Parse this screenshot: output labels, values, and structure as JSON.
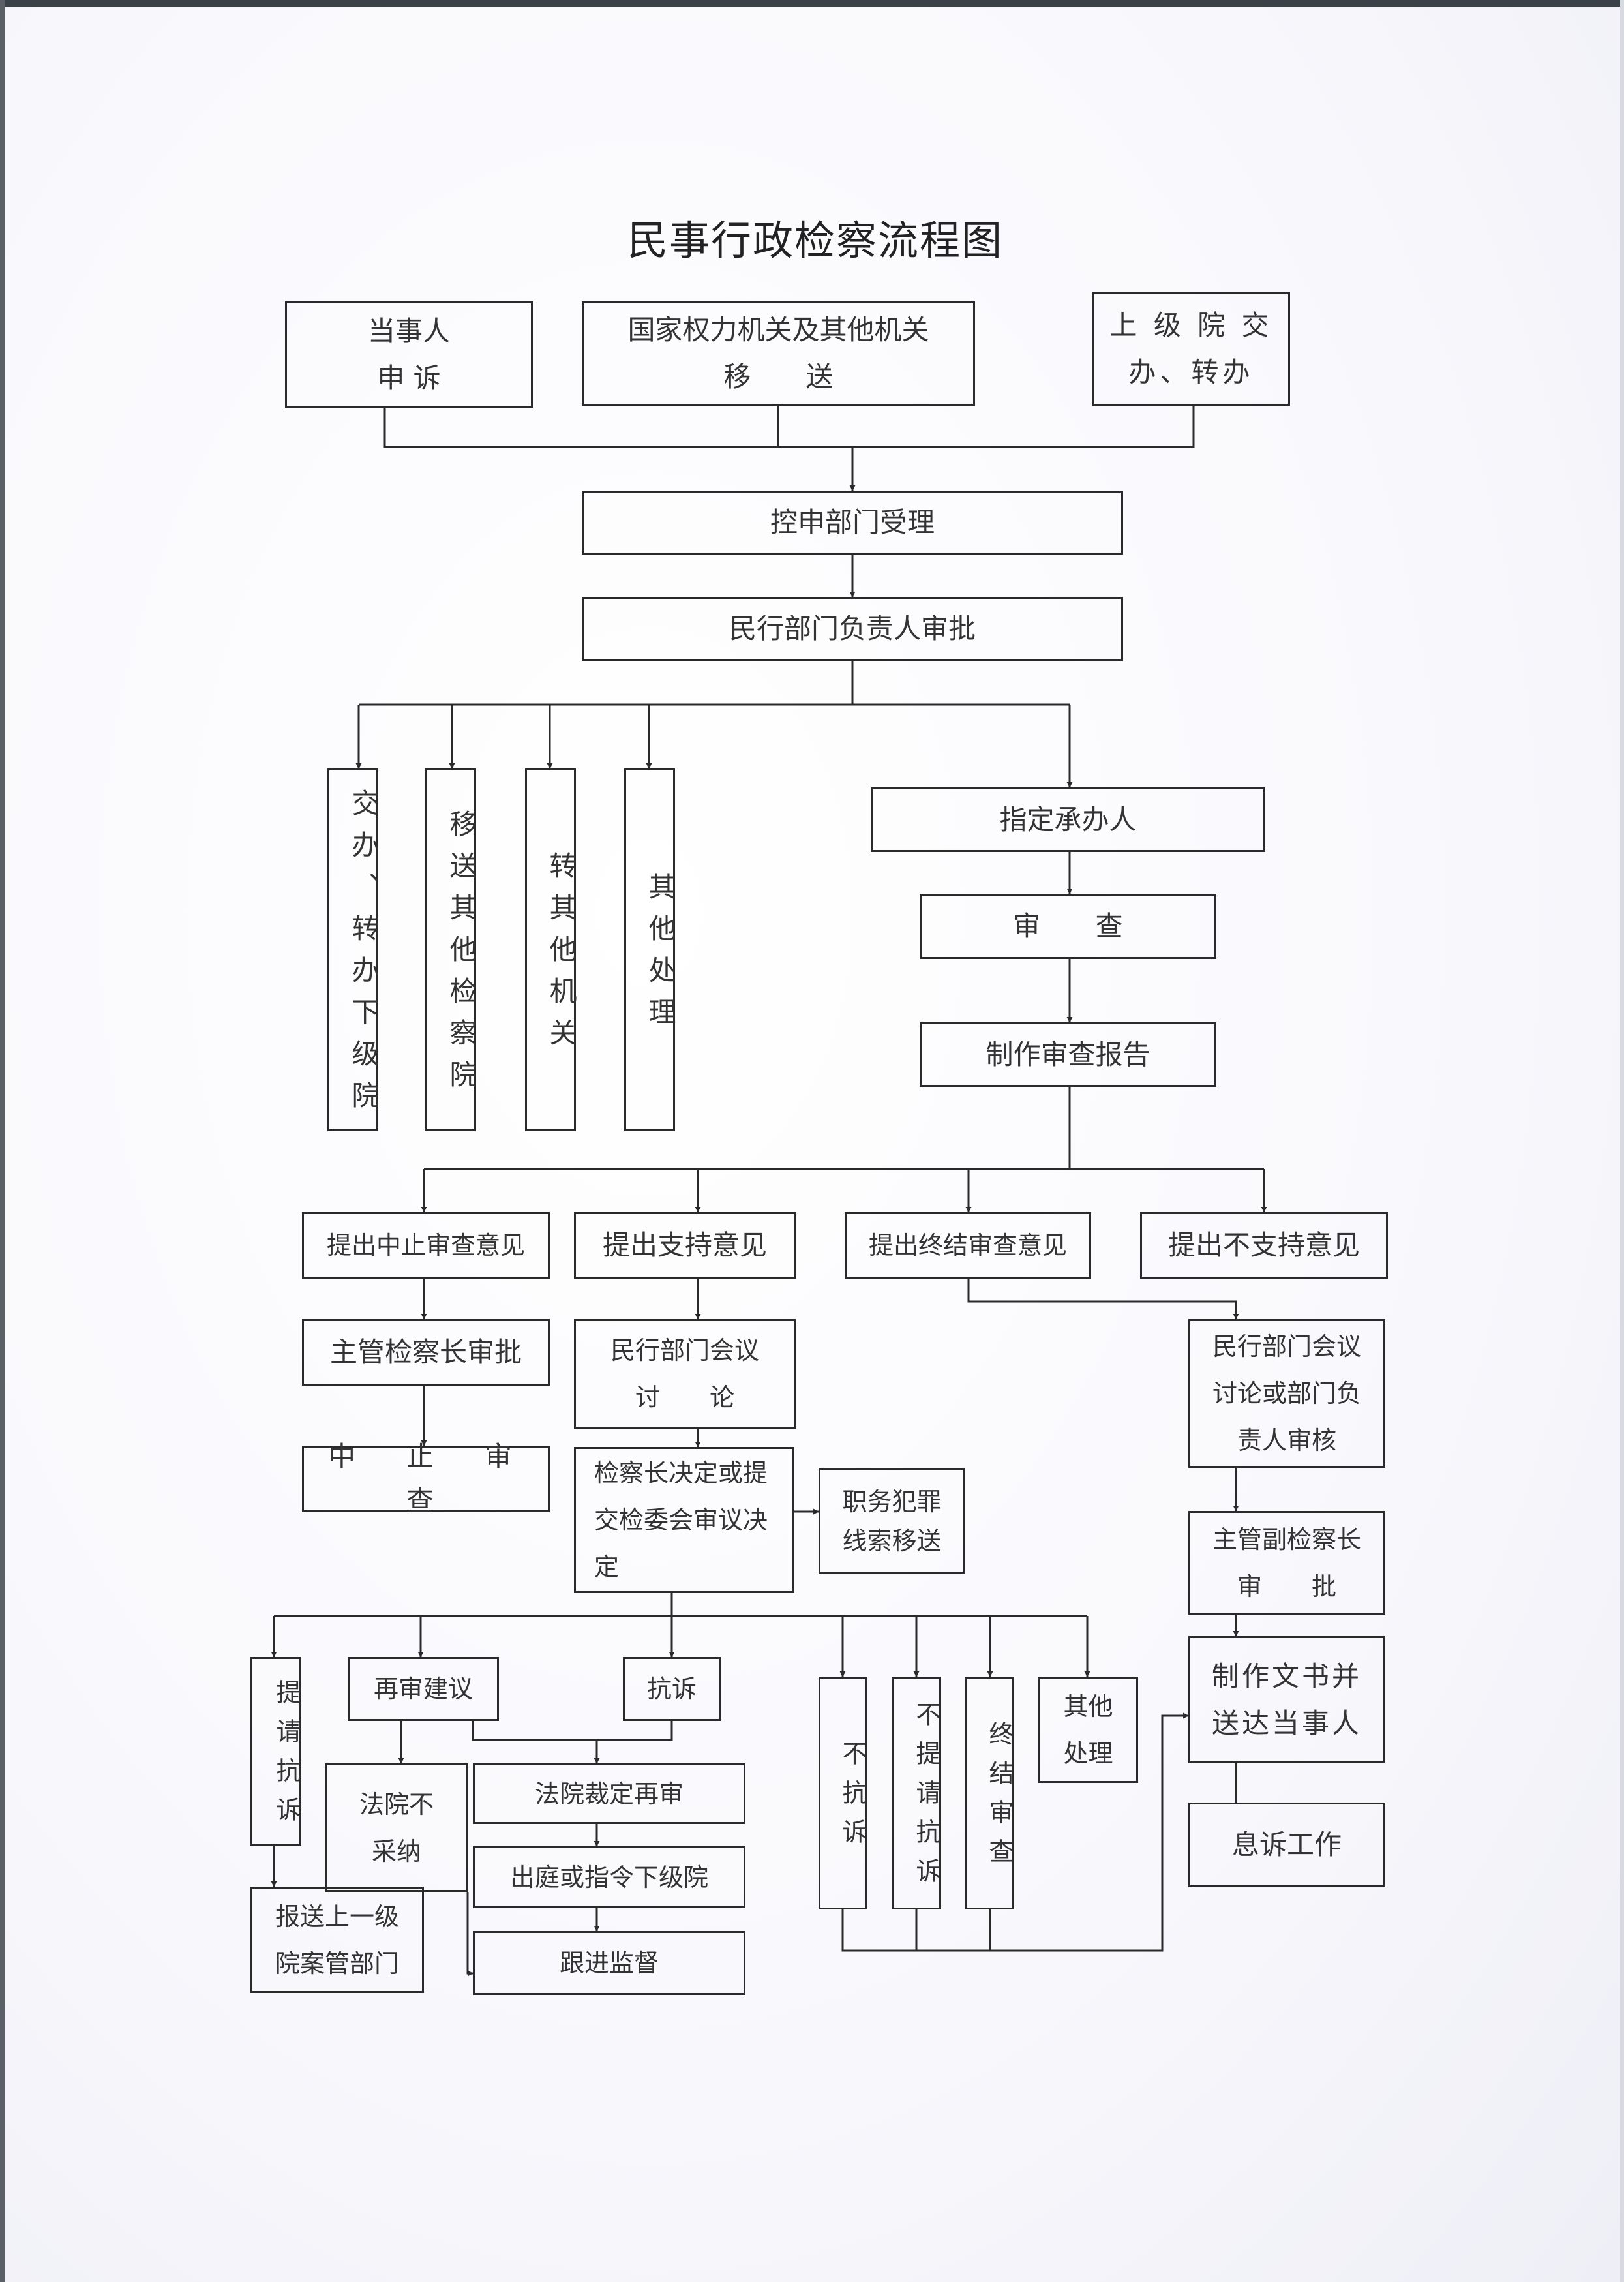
{
  "title": "民事行政检察流程图",
  "nodes": {
    "dangshiren": "当事人\n申 诉",
    "guojia": "国家权力机关及其他机关\n移　　送",
    "shangjiyuan": "上 级 院 交\n办、转办",
    "kongshen": "控申部门受理",
    "minxing_shenpi": "民行部门负责人审批",
    "jiaoban": "交办、转办下级院",
    "yisong": "移送其他检察院",
    "zhuanqita": "转其他机关",
    "qitachuli_v": "其他处理",
    "zhiding": "指定承办人",
    "shencha": "审　　查",
    "zhizuo_baogao": "制作审查报告",
    "zhongzhi_yijian": "提出中止审查意见",
    "zhichi_yijian": "提出支持意见",
    "zhongjie_yijian": "提出终结审查意见",
    "buzhichi_yijian": "提出不支持意见",
    "zhuguan_shenpi": "主管检察长审批",
    "zhongzhi_shencha": "中　止　审　查",
    "huiyi_taolun": "民行部门会议\n讨　　论",
    "jianchazhang_jueding": "检察长决定或提\n交检委会审议决\n定",
    "zhiwu_fanzui": "职务犯罪\n线索移送",
    "huiyi_shenhe": "民行部门会议\n讨论或部门负\n责人审核",
    "fu_jianchazhang": "主管副检察长\n审　　批",
    "wenshu": "制作文书并\n送达当事人",
    "xisu": "息诉工作",
    "tiqing_kangsu": "提请抗诉",
    "baosong": "报送上一级\n院案管部门",
    "zaishen_jianyi": "再审建议",
    "kangsu": "抗诉",
    "fayuan_bucaina": "法院不\n采纳",
    "fayuan_caiding": "法院裁定再审",
    "chuting": "出庭或指令下级院",
    "genjin": "跟进监督",
    "bukangsu": "不抗诉",
    "butiqing": "不提请抗诉",
    "zhongjie_shencha": "终结审查",
    "qitachuli": "其他\n处理"
  }
}
